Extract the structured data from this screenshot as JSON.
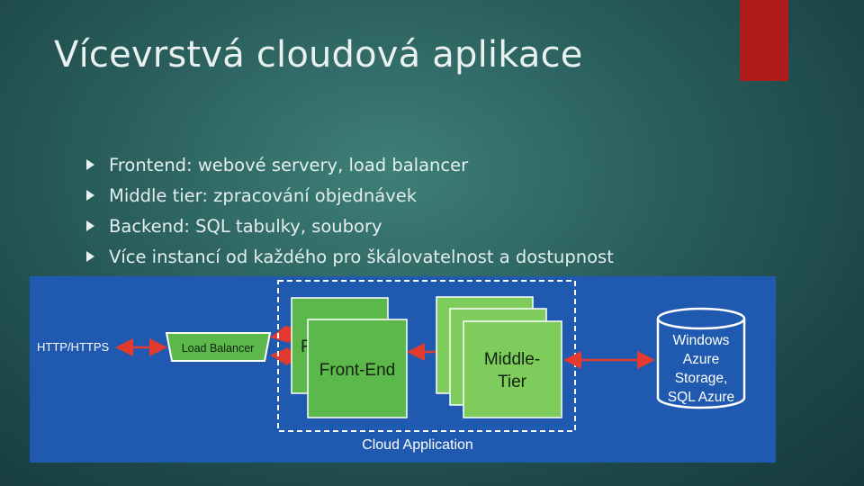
{
  "title": "Vícevrstvá cloudová aplikace",
  "bullets": [
    "Frontend:  webové servery, load balancer",
    "Middle tier: zpracování objednávek",
    "Backend:  SQL tabulky, soubory",
    "Více instancí od každého pro škálovatelnost a dostupnost"
  ],
  "diagram": {
    "http_label": "HTTP/HTTPS",
    "load_balancer": "Load Balancer",
    "front_end": "Front-End",
    "front_end_peek": "F",
    "middle_tier_line1": "Middle-",
    "middle_tier_line2": "Tier",
    "storage_lines": [
      "Windows",
      "Azure",
      "Storage,",
      "SQL Azure"
    ],
    "cloud_app": "Cloud Application"
  },
  "colors": {
    "accent_red": "#b01b1b",
    "diagram_bg": "#1f5ab0",
    "green_box": "#5cb84a",
    "middle_box": "#7dcc5c"
  }
}
